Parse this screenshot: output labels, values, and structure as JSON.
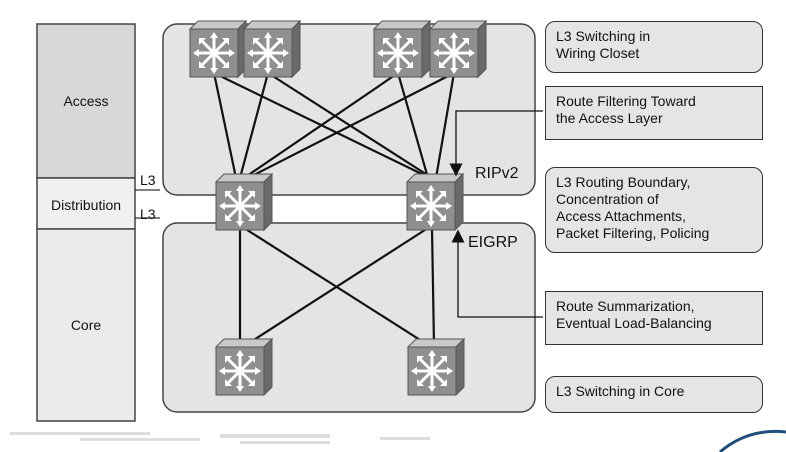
{
  "layers": {
    "access": "Access",
    "distribution": "Distribution",
    "core": "Core"
  },
  "boundaries": {
    "upper": "L3",
    "lower": "L3"
  },
  "protocols": {
    "upper": "RIPv2",
    "lower": "EIGRP"
  },
  "callouts": {
    "c1": "L3 Switching in\nWiring Closet",
    "c2": "Route Filtering Toward\nthe Access Layer",
    "c3": "L3 Routing Boundary,\nConcentration of\nAccess Attachments,\nPacket Filtering, Policing",
    "c4": "Route Summarization,\nEventual Load-Balancing",
    "c5": "L3 Switching in Core"
  },
  "colors": {
    "layer_access": "#d8d8d8",
    "layer_distribution": "#f0f0f0",
    "layer_core": "#ebebeb",
    "domain_fill": "#e4e4e4",
    "callout_fill": "#e5e5e5",
    "switch_face": "#8f8f8f",
    "switch_top": "#c4c4c4",
    "switch_side": "#6a6a6a"
  },
  "icons": {
    "switch": "multilayer-switch-icon",
    "arrow": "pointer-arrow-icon"
  }
}
